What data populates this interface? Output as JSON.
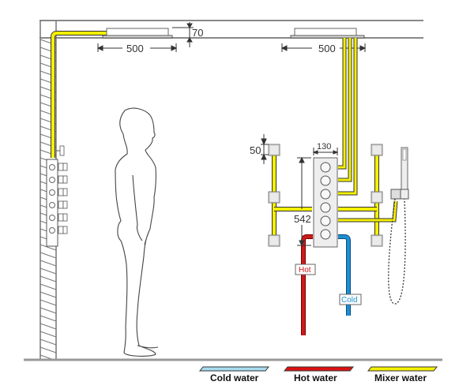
{
  "diagram": {
    "title": "Concealed shower system installation diagram",
    "dimensions": {
      "ceiling_recess": "70",
      "left_head_width": "500",
      "right_head_width": "500",
      "body_jet_height": "50",
      "valve_width": "130",
      "valve_height": "542"
    },
    "tags": {
      "hot": "Hot",
      "cold": "Cold"
    },
    "valve": {
      "handle_count": 6
    },
    "colors": {
      "cold": "#1e8fd0",
      "cold_legend": "#a8dcf0",
      "hot": "#cc1a1a",
      "mixer": "#f5f000",
      "line": "#555555"
    }
  },
  "legend": {
    "items": [
      {
        "label": "Cold water",
        "color": "#a8dcf0"
      },
      {
        "label": "Hot water",
        "color": "#dd1111"
      },
      {
        "label": "Mixer water",
        "color": "#f5f000"
      }
    ]
  }
}
